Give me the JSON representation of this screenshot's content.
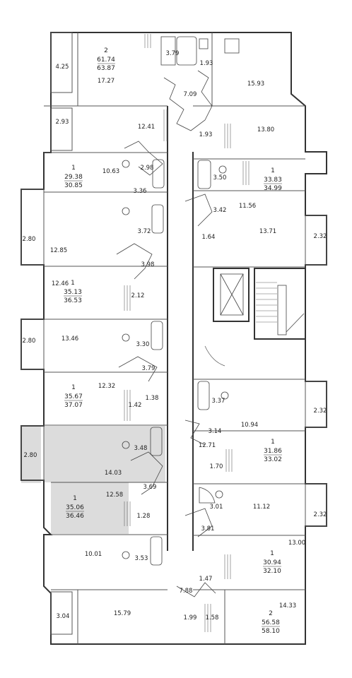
{
  "colors": {
    "wall": "#333333",
    "highlight": "#dcdcdc",
    "background": "#ffffff"
  },
  "apartments": [
    {
      "rooms": "2",
      "living": "61.74",
      "total": "63.87"
    },
    {
      "rooms": "1",
      "living": "29.38",
      "total": "30.85"
    },
    {
      "rooms": "1",
      "living": "33.83",
      "total": "34.99"
    },
    {
      "rooms": "1",
      "living": "35.13",
      "total": "36.53"
    },
    {
      "rooms": "1",
      "living": "35.67",
      "total": "37.07"
    },
    {
      "rooms": "1",
      "living": "31.86",
      "total": "33.02"
    },
    {
      "rooms": "1",
      "living": "35.06",
      "total": "36.46",
      "highlighted": true
    },
    {
      "rooms": "1",
      "living": "30.94",
      "total": "32.10"
    },
    {
      "rooms": "2",
      "living": "56.58",
      "total": "58.10"
    }
  ],
  "room_areas": [
    "4.25",
    "3.79",
    "1.93",
    "17.27",
    "15.93",
    "7.09",
    "2.93",
    "12.41",
    "1.93",
    "13.80",
    "10.63",
    "2.98",
    "3.36",
    "3.50",
    "11.56",
    "3.42",
    "2.80",
    "12.85",
    "3.72",
    "1.64",
    "13.71",
    "2.32",
    "12.46",
    "3.98",
    "2.12",
    "2.80",
    "13.46",
    "3.30",
    "3.79",
    "12.32",
    "1.42",
    "1.38",
    "3.37",
    "2.32",
    "10.94",
    "3.14",
    "2.80",
    "3.48",
    "12.71",
    "14.03",
    "1.70",
    "3.69",
    "12.58",
    "1.28",
    "3.01",
    "11.12",
    "2.32",
    "3.81",
    "13.00",
    "10.01",
    "3.53",
    "1.47",
    "7.88",
    "14.33",
    "3.04",
    "15.79",
    "1.99",
    "1.58"
  ]
}
